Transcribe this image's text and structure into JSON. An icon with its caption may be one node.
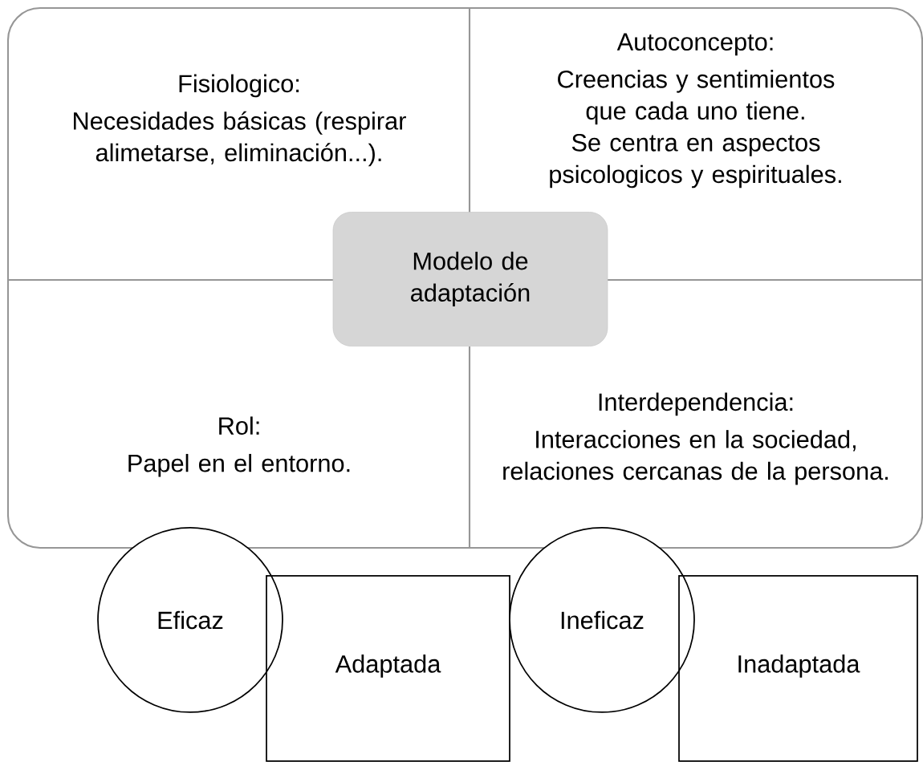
{
  "diagram": {
    "nodes": [
      {
        "text": [
          "Fisiologico:",
          "Necesidades básicas (respirar alimetarse, eliminación...)."
        ]
      },
      {
        "text": [
          "Autoconcepto:",
          "Creencias y sentimientos que cada uno tiene. Se centra en aspectos psicologicos y espirituales."
        ]
      },
      {
        "text": [
          "Modelo de adaptación"
        ]
      },
      {
        "text": [
          "Rol:",
          "Papel en el entorno."
        ]
      },
      {
        "text": [
          "Interdependencia:",
          "Interacciones en la sociedad, relaciones cercanas de la persona."
        ]
      },
      {
        "text": [
          "Eficaz"
        ]
      },
      {
        "text": [
          "Adaptada"
        ]
      },
      {
        "text": [
          "Ineficaz"
        ]
      },
      {
        "text": [
          "Inadaptada"
        ]
      }
    ]
  }
}
